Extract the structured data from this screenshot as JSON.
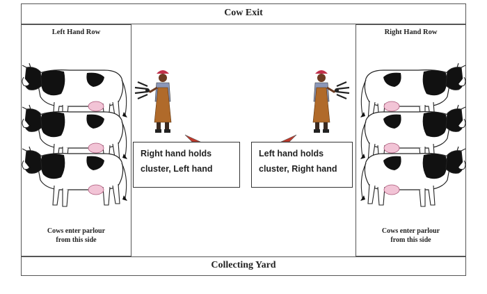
{
  "exit_label": "Cow Exit",
  "yard_label": "Collecting Yard",
  "left_row": {
    "title": "Left Hand Row",
    "note_line1": "Cows enter parlour",
    "note_line2": "from this side"
  },
  "right_row": {
    "title": "Right Hand Row",
    "note_line1": "Cows enter parlour",
    "note_line2": "from this side"
  },
  "left_callout": {
    "line1": "Right hand holds",
    "line2": "cluster,  Left hand"
  },
  "right_callout": {
    "line1": "Left hand holds",
    "line2": "cluster,  Right hand"
  },
  "colors": {
    "border": "#555555",
    "cow_patch": "#111111",
    "udder": "#f2c4d6",
    "operator_shirt": "#8b97b8",
    "operator_apron": "#b06a2a",
    "operator_cap": "#c0304a",
    "pointer": "#c0392b"
  }
}
